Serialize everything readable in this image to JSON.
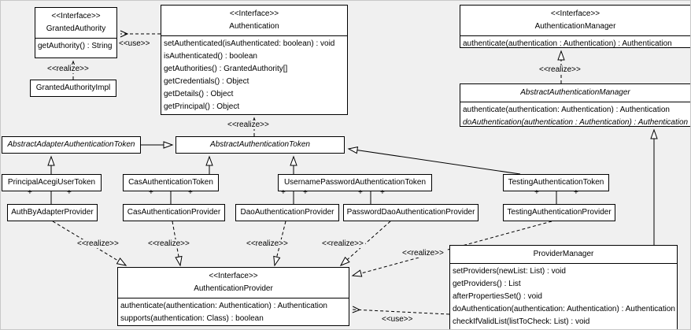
{
  "diagram": {
    "bg": "#f0f0f0",
    "labels": {
      "use": "<<use>>",
      "realize": "<<realize>>",
      "plus": "+"
    },
    "classes": {
      "granted_authority": {
        "stereotype": "<<Interface>>",
        "name": "GrantedAuthority",
        "methods": [
          "getAuthority() : String"
        ]
      },
      "granted_authority_impl": {
        "name": "GrantedAuthorityImpl"
      },
      "authentication": {
        "stereotype": "<<Interface>>",
        "name": "Authentication",
        "methods": [
          "setAuthenticated(isAuthenticated: boolean) : void",
          "isAuthenticated() : boolean",
          "getAuthorities() : GrantedAuthority[]",
          "getCredentials() : Object",
          "getDetails() : Object",
          "getPrincipal() : Object"
        ]
      },
      "authentication_manager": {
        "stereotype": "<<Interface>>",
        "name": "AuthenticationManager",
        "methods": [
          "authenticate(authentication : Authentication) : Authentication"
        ]
      },
      "abstract_authentication_manager": {
        "name": "AbstractAuthenticationManager",
        "methods": [
          "authenticate(authentication: Authentication) : Authentication",
          "doAuthentication(authentication : Authentication) : Authentication"
        ]
      },
      "abstract_adapter_authentication_token": {
        "name": "AbstractAdapterAuthenticationToken"
      },
      "abstract_authentication_token": {
        "name": "AbstractAuthenticationToken"
      },
      "principal_acegi_user_token": {
        "name": "PrincipalAcegiUserToken"
      },
      "cas_authentication_token": {
        "name": "CasAuthenticationToken"
      },
      "username_password_authentication_token": {
        "name": "UsernamePasswordAuthenticationToken"
      },
      "testing_authentication_token": {
        "name": "TestingAuthenticationToken"
      },
      "auth_by_adapter_provider": {
        "name": "AuthByAdapterProvider"
      },
      "cas_authentication_provider": {
        "name": "CasAuthenticationProvider"
      },
      "dao_authentication_provider": {
        "name": "DaoAuthenticationProvider"
      },
      "password_dao_authentication_provider": {
        "name": "PasswordDaoAuthenticationProvider"
      },
      "testing_authentication_provider": {
        "name": "TestingAuthenticationProvider"
      },
      "authentication_provider": {
        "stereotype": "<<Interface>>",
        "name": "AuthenticationProvider",
        "methods": [
          "authenticate(authentication: Authentication) : Authentication",
          "supports(authentication: Class) : boolean"
        ]
      },
      "provider_manager": {
        "name": "ProviderManager",
        "methods": [
          "setProviders(newList: List) : void",
          "getProviders() : List",
          "afterPropertiesSet() : void",
          "doAuthentication(authentication: Authentication) : Authentication",
          "checkIfValidList(listToCheck: List) : void"
        ]
      }
    }
  }
}
